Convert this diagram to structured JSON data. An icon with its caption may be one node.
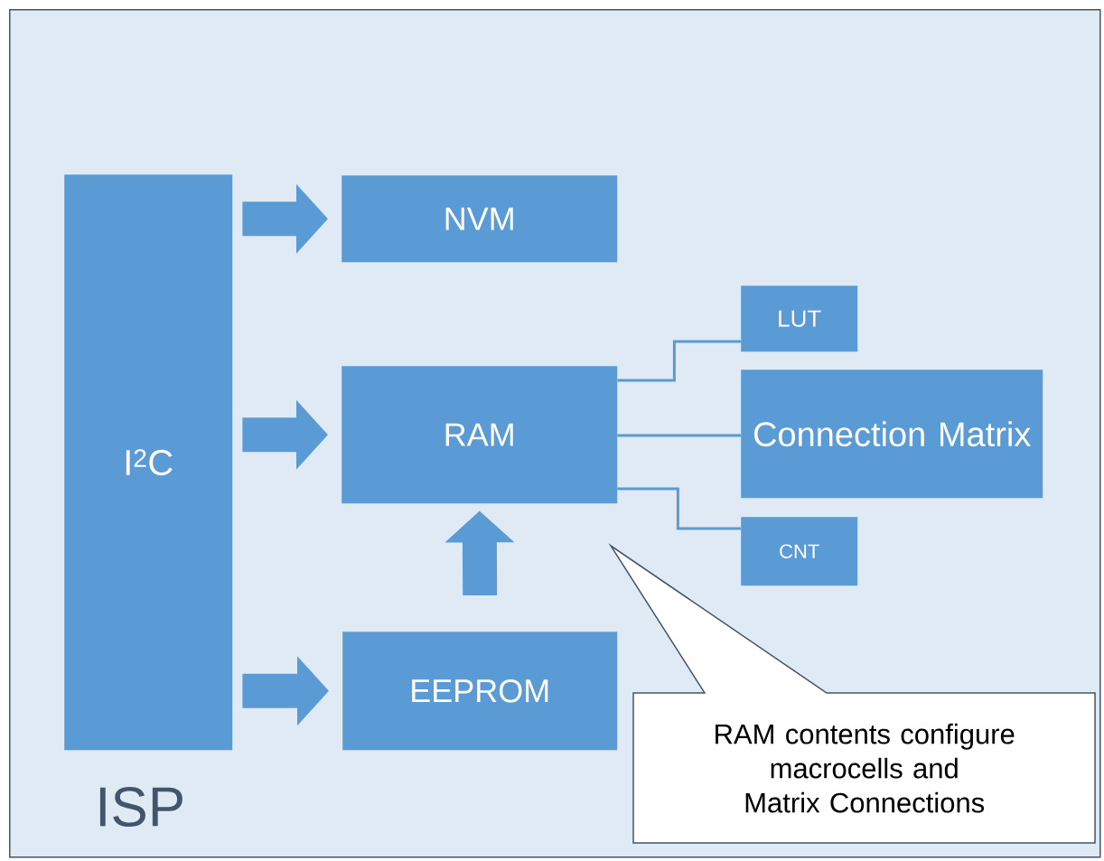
{
  "diagram": {
    "nodes": [
      {
        "text": [
          "ISP"
        ]
      },
      {
        "text": [
          "I$^{2}$C"
        ],
        "in": 0
      },
      {
        "text": [
          "NVM"
        ],
        "in": 0
      },
      {
        "text": [
          "RAM"
        ],
        "in": 0
      },
      {
        "text": [
          "EEPROM"
        ],
        "in": 0
      },
      {
        "text": [
          "LUT"
        ],
        "in": 0
      },
      {
        "text": [
          "Connection Matrix"
        ],
        "in": 0
      },
      {
        "text": [
          "CNT"
        ],
        "in": 0
      },
      {
        "text": [
          "RAM contents configure macrocells and Matrix Connections"
        ],
        "in": 0
      }
    ],
    "edges": [
      {
        "from": 1,
        "to": 2,
        "arrow": "to"
      },
      {
        "from": 1,
        "to": 3,
        "arrow": "to"
      },
      {
        "from": 1,
        "to": 4,
        "arrow": "to"
      },
      {
        "from": 4,
        "to": 3,
        "arrow": "to"
      },
      {
        "from": 3,
        "to": 5,
        "arrow": "none"
      },
      {
        "from": 3,
        "to": 6,
        "arrow": "none"
      },
      {
        "from": 3,
        "to": 7,
        "arrow": "none"
      }
    ]
  }
}
